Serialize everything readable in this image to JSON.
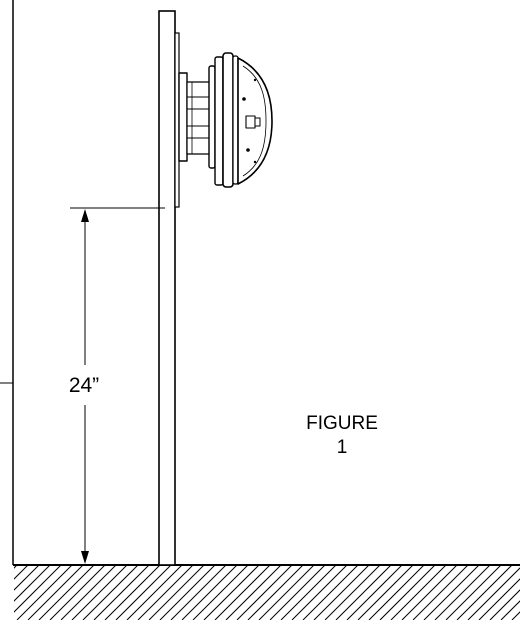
{
  "dimension": {
    "label": "24”"
  },
  "figure": {
    "line1": "FIGURE",
    "line2": "1"
  }
}
